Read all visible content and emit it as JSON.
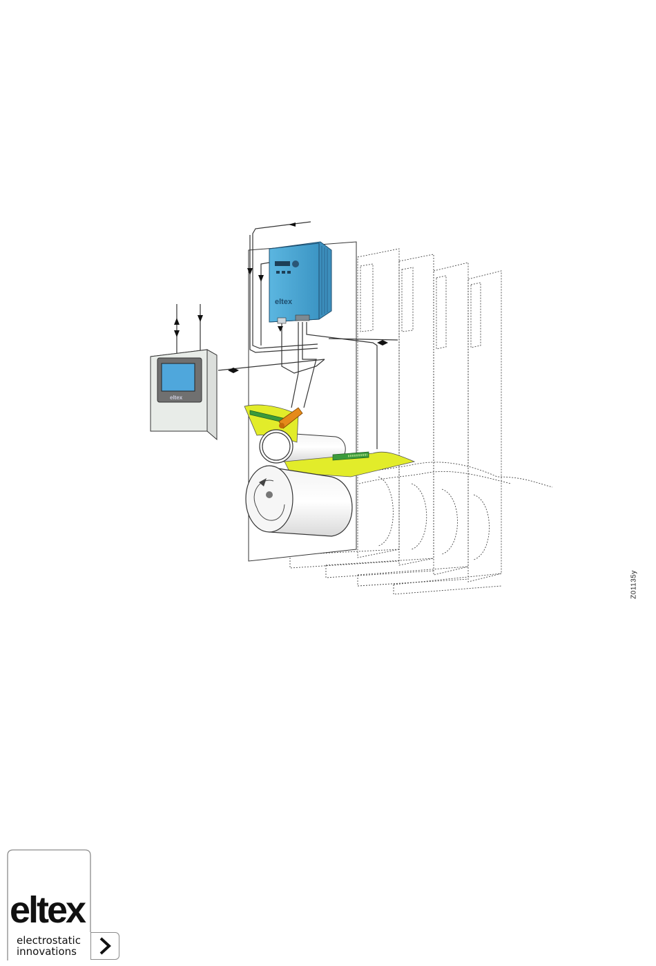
{
  "figure": {
    "code": "Z01135y"
  },
  "brand": {
    "logo_text": "eltex",
    "unit_label": "eltex",
    "panel_label": "eltex",
    "tagline_1": "electrostatic",
    "tagline_2": "innovations"
  },
  "colors": {
    "unit_blue": "#4da9d6",
    "screen_blue": "#4fa7dc",
    "web_yellow": "#e2ec2a",
    "electrode_green": "#3b9a3b",
    "sensor_orange": "#e58a1a",
    "line": "#333333"
  },
  "icons": {
    "direction_arrow": "chevron-right-icon"
  }
}
